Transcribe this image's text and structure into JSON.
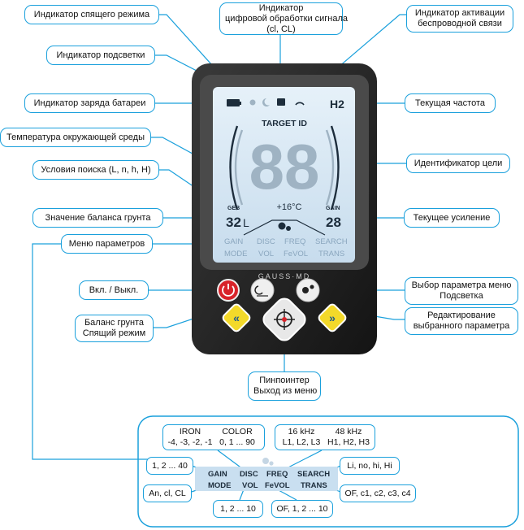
{
  "callouts": {
    "sleep_indicator": "Индикатор спящего режима",
    "dsp_indicator_1": "Индикатор",
    "dsp_indicator_2": "цифровой обработки сигнала",
    "dsp_indicator_3": "(cl, CL)",
    "wireless_indicator_1": "Индикатор активации",
    "wireless_indicator_2": "беспроводной связи",
    "backlight_indicator": "Индикатор подсветки",
    "battery_indicator": "Индикатор заряда батареи",
    "current_frequency": "Текущая частота",
    "ambient_temperature": "Температура окружающей среды",
    "target_identifier": "Идентификатор цели",
    "search_conditions": "Условия поиска (L, n, h, H)",
    "ground_balance_value": "Значение баланса грунта",
    "current_gain": "Текущее усиление",
    "param_menu": "Меню параметров",
    "power": "Вкл. / Выкл.",
    "menu_select_1": "Выбор параметра меню",
    "menu_select_2": "Подсветка",
    "ground_balance_1": "Баланс грунта",
    "ground_balance_2": "Спящий режим",
    "edit_param_1": "Редактирование",
    "edit_param_2": "выбранного параметра",
    "pinpointer_1": "Пинпоинтер",
    "pinpointer_2": "Выход из меню"
  },
  "lcd": {
    "freq": "H2",
    "target_label": "TARGET ID",
    "target_value": "88",
    "temp": "+16°C",
    "gb_label": "GEB",
    "gb_value": "32",
    "gb_cond": "L",
    "gain_label": "GAIN",
    "gain_value": "28",
    "menu_row1": [
      "GAIN",
      "DISC",
      "FREQ",
      "SEARCH"
    ],
    "menu_row2": [
      "MODE",
      "VOL",
      "FeVOL",
      "TRANS"
    ]
  },
  "brand": "GAUSS·MD",
  "bottom": {
    "disc_header_1": "IRON",
    "disc_header_2": "COLOR",
    "disc_values_1": "-4, -3, -2, -1",
    "disc_values_2": "0, 1 ... 90",
    "freq_header_1": "16 kHz",
    "freq_header_2": "48 kHz",
    "freq_values_1": "L1, L2, L3",
    "freq_values_2": "H1, H2, H3",
    "gain_range": "1, 2 ... 40",
    "search_values": "Li, no, hi, Hi",
    "mode_values": "An, cl, CL",
    "trans_values": "OF, c1, c2, c3, c4",
    "vol_range": "1, 2 ... 10",
    "fevol_range": "OF, 1, 2 ... 10",
    "menu_row1": [
      "GAIN",
      "DISC",
      "FREQ",
      "SEARCH"
    ],
    "menu_row2": [
      "MODE",
      "VOL",
      "FeVOL",
      "TRANS"
    ]
  },
  "colors": {
    "accent": "#1aa0dc",
    "lcd_bg": "#d8eaf6",
    "lcd_ink": "#1d2d3c",
    "device_body": "#2b2b2b",
    "power_red": "#d8232a",
    "arrow_yellow": "#f3d92a"
  }
}
